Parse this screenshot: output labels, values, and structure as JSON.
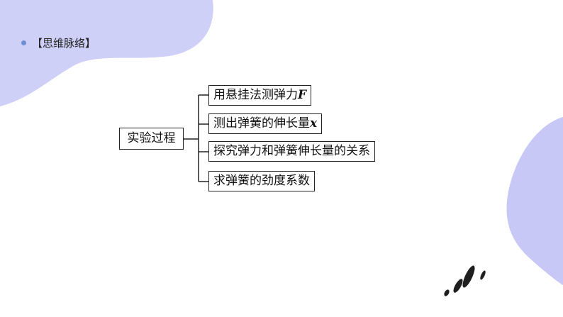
{
  "header": {
    "title": "【思维脉络】"
  },
  "diagram": {
    "root": {
      "label": "实验过程"
    },
    "branches": [
      {
        "text": "用悬挂法测弹力",
        "var": "F"
      },
      {
        "text": "测出弹簧的伸长量",
        "var": "x"
      },
      {
        "text": "探究弹力和弹簧伸长量的关系",
        "var": ""
      },
      {
        "text": "求弹簧的劲度系数",
        "var": ""
      }
    ]
  },
  "colors": {
    "blob": "#cfd0f7",
    "blob_right": "#c7c8f5",
    "accent": "#6c8fd6",
    "stroke": "#222222"
  }
}
